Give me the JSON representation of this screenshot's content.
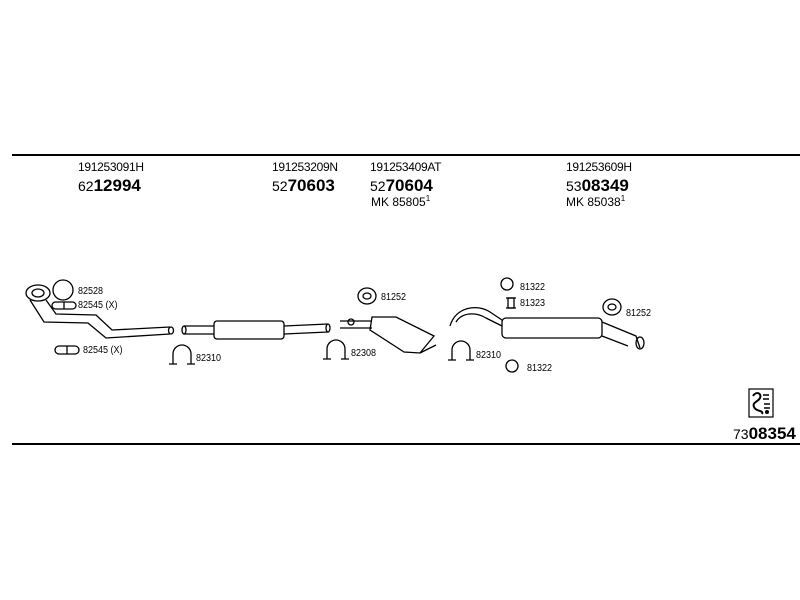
{
  "groups": [
    {
      "ref": "191253091H",
      "prefix": "62",
      "number": "12994"
    },
    {
      "ref": "191253209N",
      "prefix": "52",
      "number": "70603"
    },
    {
      "ref": "191253409AT",
      "prefix": "52",
      "number": "70604",
      "mk": "MK  85805",
      "mk_sup": "1"
    },
    {
      "ref": "191253609H",
      "prefix": "53",
      "number": "08349",
      "mk": "MK  85038",
      "mk_sup": "1"
    }
  ],
  "parts": {
    "p82528": "82528",
    "p82545x_1": "82545 (X)",
    "p82545x_2": "82545 (X)",
    "p82310_1": "82310",
    "p81252_1": "81252",
    "p82308": "82308",
    "p82310_2": "82310",
    "p81322_top": "81322",
    "p81323": "81323",
    "p81322_bottom": "81322",
    "p81252_2": "81252"
  },
  "catalog": {
    "prefix": "73",
    "number": "08354"
  }
}
